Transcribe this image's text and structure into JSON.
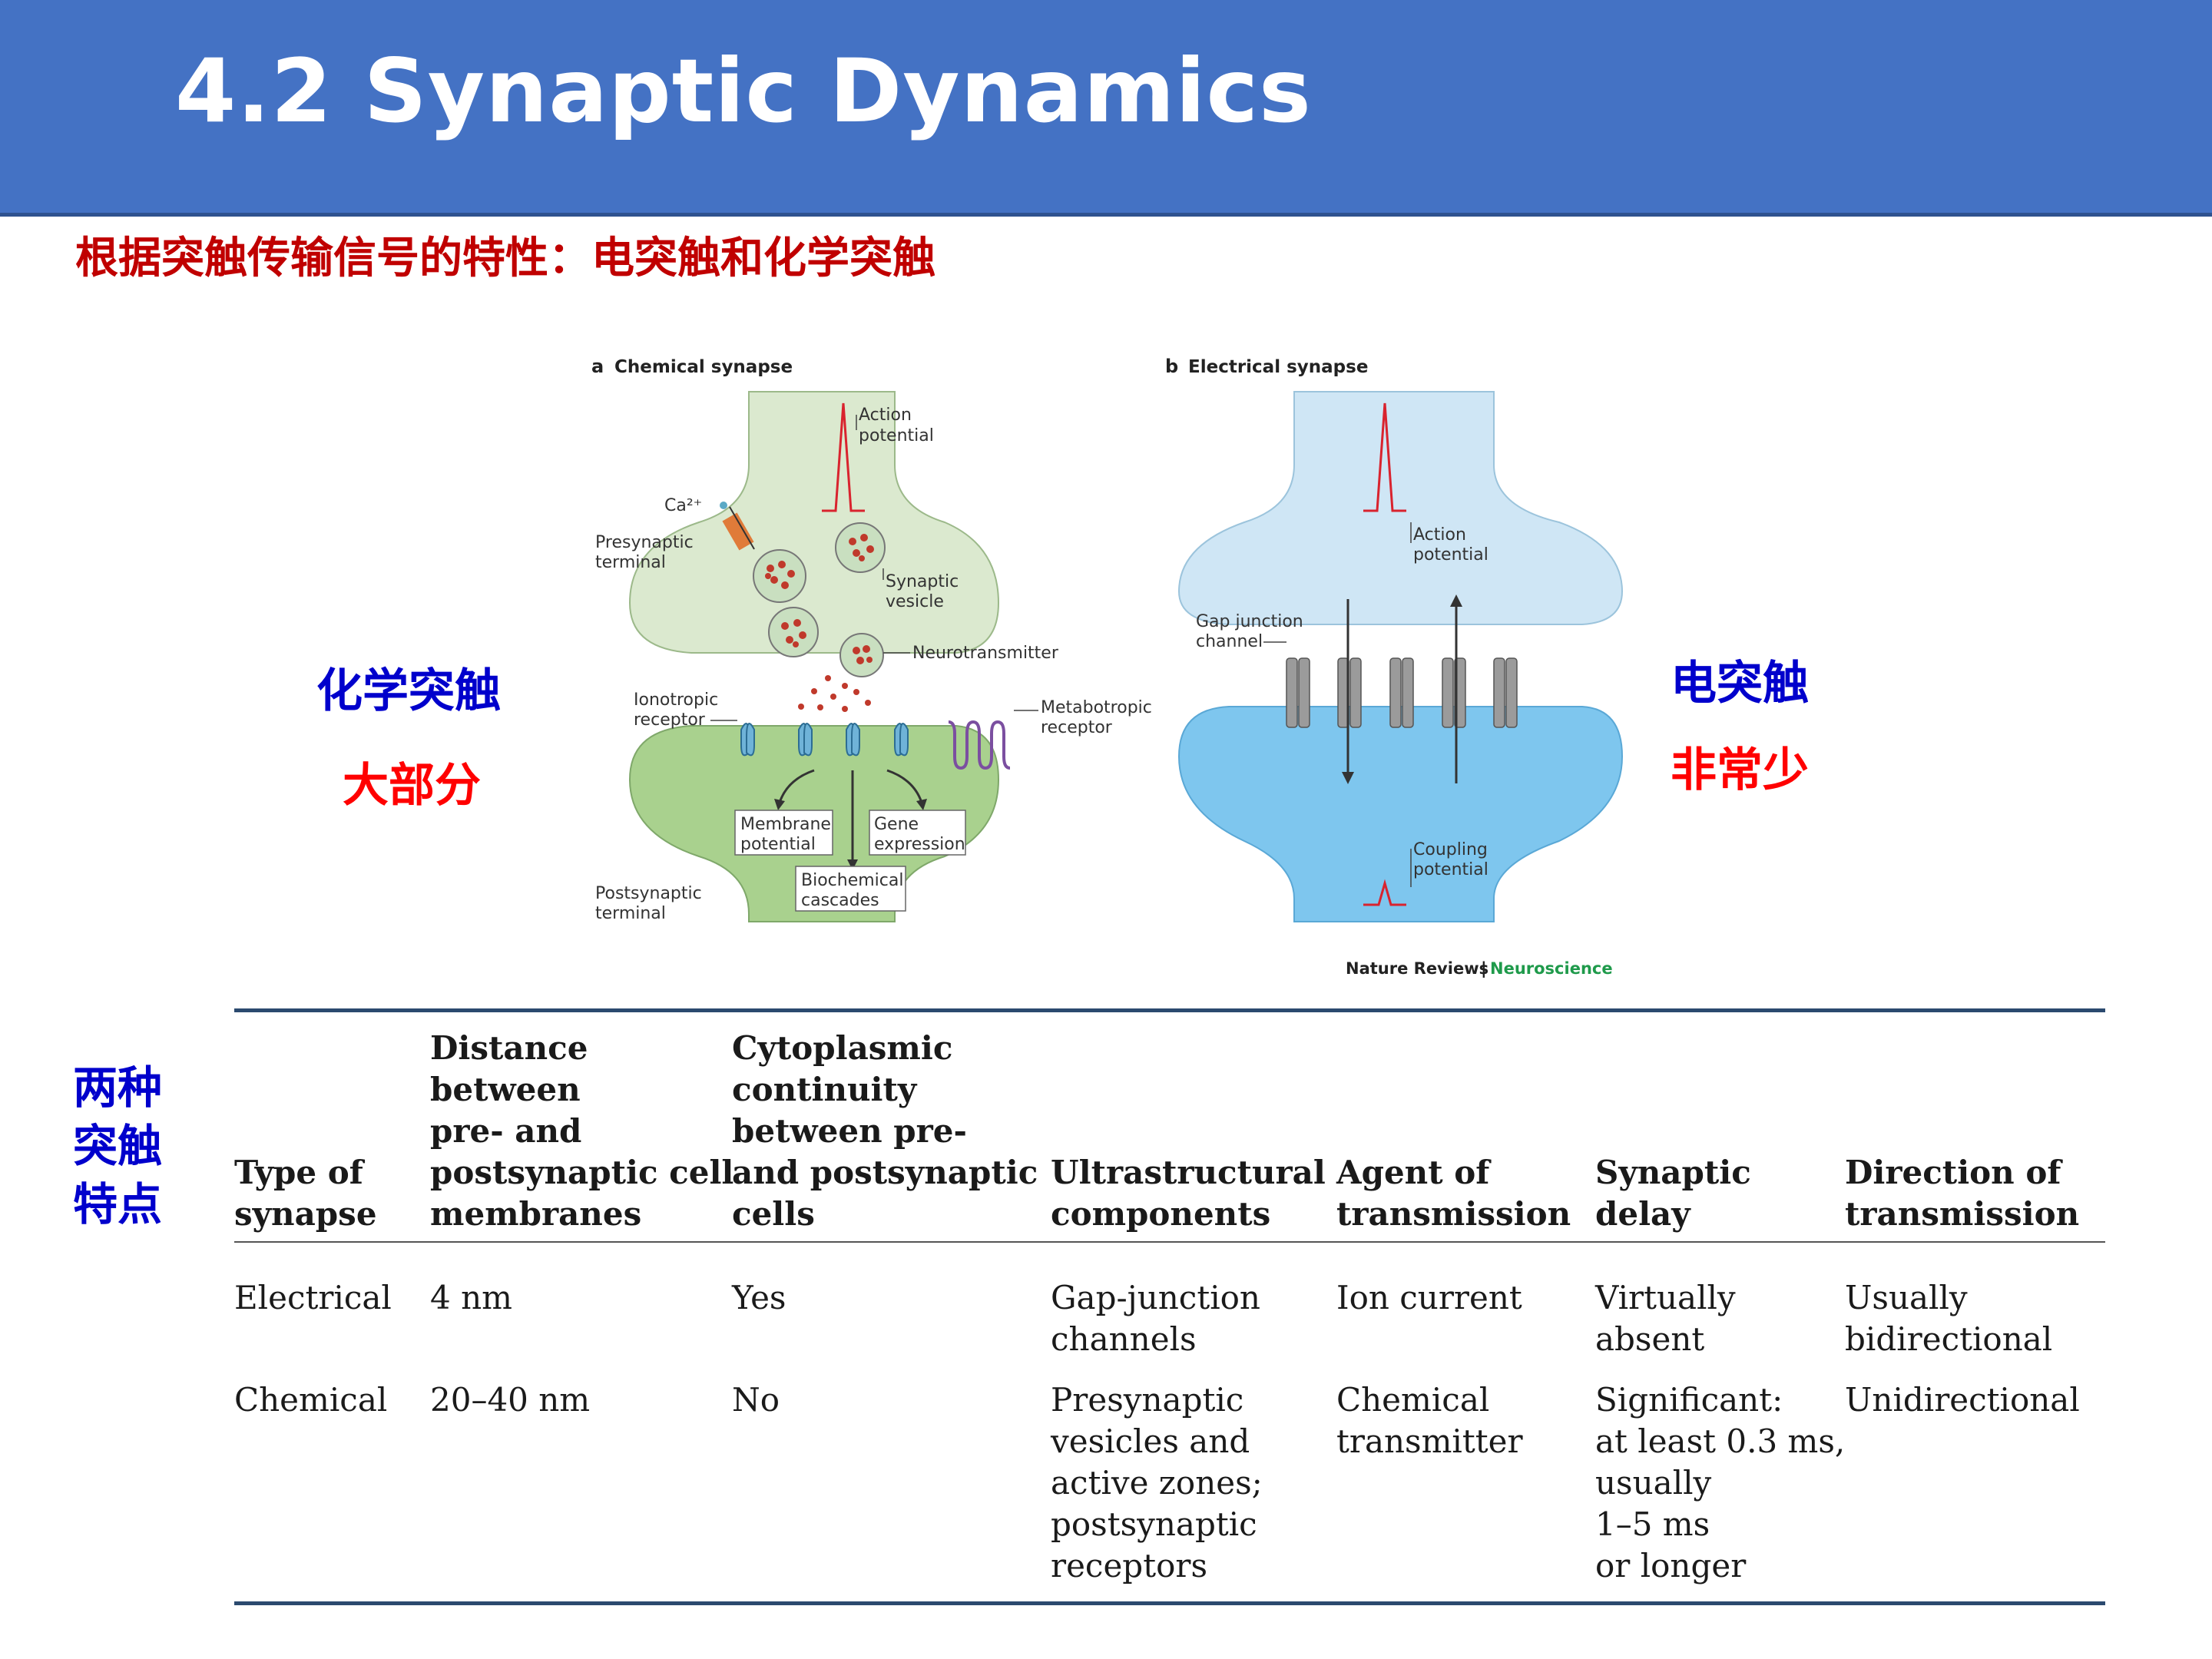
{
  "title": "4.2 Synaptic Dynamics",
  "subtitle": "根据突触传输信号的特性：电突触和化学突触",
  "left_labels": {
    "line1": "化学突触",
    "line2": "大部分"
  },
  "right_labels": {
    "line1": "电突触",
    "line2": "非常少"
  },
  "side_label": [
    "两种",
    "突触",
    "特点"
  ],
  "figure": {
    "panel_a": {
      "letter": "a",
      "title": "Chemical synapse"
    },
    "panel_b": {
      "letter": "b",
      "title": "Electrical synapse"
    },
    "labels_a": {
      "action_potential_1": "Action",
      "action_potential_2": "potential",
      "ca": "Ca²⁺",
      "presynaptic_1": "Presynaptic",
      "presynaptic_2": "terminal",
      "vesicle_1": "Synaptic",
      "vesicle_2": "vesicle",
      "neurotransmitter": "Neurotransmitter",
      "ionotropic_1": "Ionotropic",
      "ionotropic_2": "receptor",
      "metabotropic_1": "Metabotropic",
      "metabotropic_2": "receptor",
      "membrane_1": "Membrane",
      "membrane_2": "potential",
      "gene_1": "Gene",
      "gene_2": "expression",
      "biochem_1": "Biochemical",
      "biochem_2": "cascades",
      "postsynaptic_1": "Postsynaptic",
      "postsynaptic_2": "terminal"
    },
    "labels_b": {
      "action_potential_1": "Action",
      "action_potential_2": "potential",
      "gap_1": "Gap junction",
      "gap_2": "channel",
      "coupling_1": "Coupling",
      "coupling_2": "potential"
    },
    "credit_journal": "Nature Reviews",
    "credit_sep": "|",
    "credit_section": "Neuroscience",
    "colors": {
      "chemical_fill": "#dbe9cf",
      "electrical_fill": "#cfe6f5",
      "trace": "#d9232e",
      "credit_green": "#1f9a4b"
    }
  },
  "table": {
    "headers": [
      [
        "Type of",
        "synapse"
      ],
      [
        "Distance",
        "between",
        "pre- and",
        "postsynaptic cell",
        "membranes"
      ],
      [
        "Cytoplasmic",
        "continuity",
        "between pre-",
        "and postsynaptic",
        "cells"
      ],
      [
        "Ultrastructural",
        "components"
      ],
      [
        "Agent of",
        "transmission"
      ],
      [
        "Synaptic",
        "delay"
      ],
      [
        "Direction of",
        "transmission"
      ]
    ],
    "rows": [
      [
        [
          "Electrical"
        ],
        [
          "4 nm"
        ],
        [
          "Yes"
        ],
        [
          "Gap-junction",
          "channels"
        ],
        [
          "Ion current"
        ],
        [
          "Virtually",
          "absent"
        ],
        [
          "Usually",
          "bidirectional"
        ]
      ],
      [
        [
          "Chemical"
        ],
        [
          "20–40 nm"
        ],
        [
          "No"
        ],
        [
          "Presynaptic",
          "vesicles and",
          "active zones;",
          "postsynaptic",
          "receptors"
        ],
        [
          "Chemical",
          "transmitter"
        ],
        [
          "Significant:",
          "at least 0.3 ms,",
          "usually",
          "1–5 ms",
          "or longer"
        ],
        [
          "Unidirectional"
        ]
      ]
    ]
  }
}
